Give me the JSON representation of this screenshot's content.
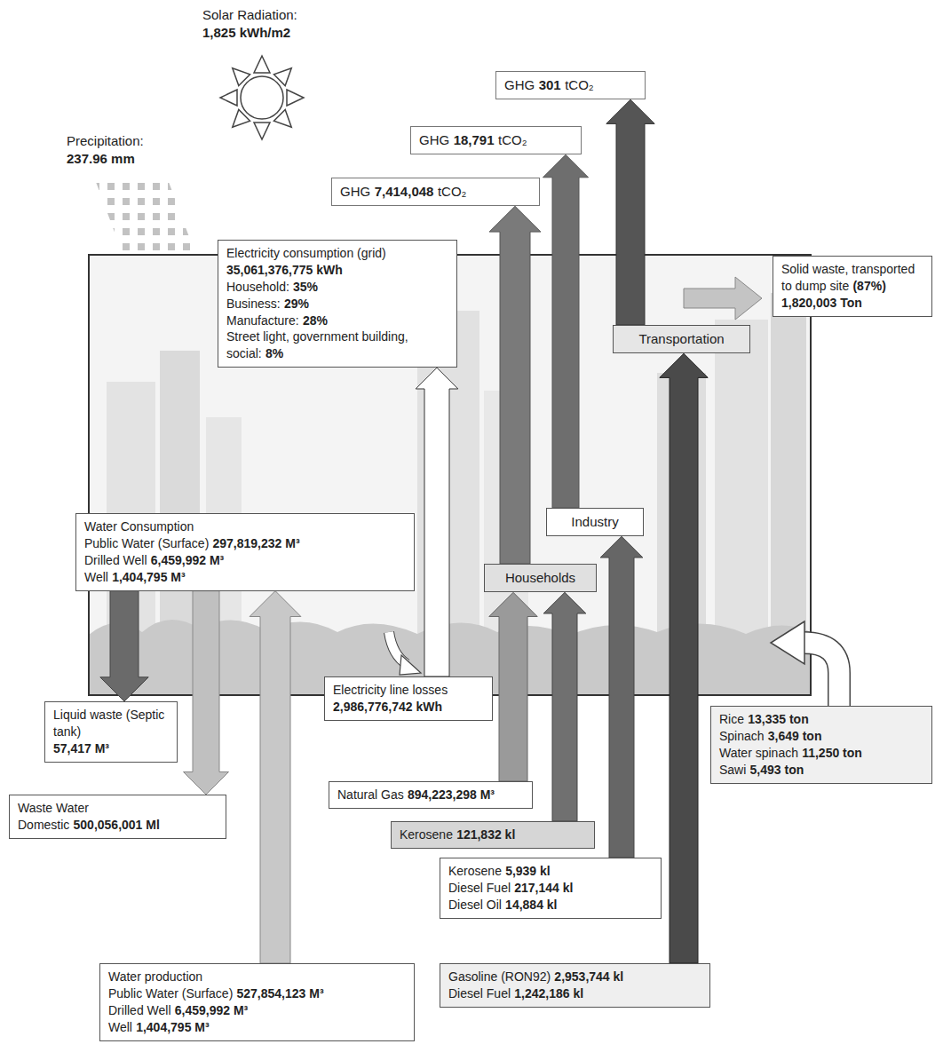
{
  "diagram": {
    "nodes": [
      {
        "text": [
          "GHG",
          "301",
          "tCO₂"
        ]
      },
      {
        "text": [
          "GHG",
          "18,791",
          "tCO₂"
        ]
      },
      {
        "text": [
          "GHG",
          "7,414,048",
          "tCO₂"
        ]
      },
      {
        "text": [
          "Electricity consumption (grid)",
          "35,061,376,775 kWh",
          "Household:",
          "35%",
          "Business:",
          "29%",
          "Manufacture:",
          "28%",
          "Street light, government building, social:",
          "8%"
        ]
      },
      {
        "text": [
          "Solid waste, transported to dump site",
          "(87%)",
          "1,820,003 Ton"
        ]
      },
      {
        "text": [
          "Transportation"
        ]
      },
      {
        "text": [
          "Industry"
        ]
      },
      {
        "text": [
          "Households"
        ]
      },
      {
        "text": [
          "Water Consumption",
          "Public Water (Surface)",
          "297,819,232 M³",
          "Drilled Well",
          "6,459,992 M³",
          "Well",
          "1,404,795 M³"
        ]
      },
      {
        "text": [
          "Electricity line losses",
          "2,986,776,742 kWh"
        ]
      },
      {
        "text": [
          "Liquid waste (Septic tank)",
          "57,417 M³"
        ]
      },
      {
        "text": [
          "Natural Gas",
          "894,223,298 M³"
        ]
      },
      {
        "text": [
          "Rice",
          "13,335 ton",
          "Spinach",
          "3,649 ton",
          "Water spinach",
          "11,250 ton",
          "Sawi",
          "5,493 ton"
        ]
      },
      {
        "text": [
          "Kerosene",
          "121,832 kl"
        ]
      },
      {
        "text": [
          "Waste Water",
          "Domestic",
          "500,056,001 Ml"
        ]
      },
      {
        "text": [
          "Kerosene",
          "5,939 kl",
          "Diesel Fuel",
          "217,144 kl",
          "Diesel Oil",
          "14,884 kl"
        ]
      },
      {
        "text": [
          "Water production",
          "Public Water (Surface)",
          "527,854,123 M³",
          "Drilled Well",
          "6,459,992 M³",
          "Well",
          "1,404,795 M³"
        ]
      },
      {
        "text": [
          "Gasoline (RON92)",
          "2,953,744 kl",
          "Diesel Fuel",
          "1,242,186 kl"
        ]
      }
    ],
    "edges": [
      {
        "from": 7,
        "to": 2,
        "arrow": "to"
      },
      {
        "from": 6,
        "to": 1,
        "arrow": "to"
      },
      {
        "from": 5,
        "to": 0,
        "arrow": "to"
      },
      {
        "from": 11,
        "to": 7,
        "arrow": "to"
      },
      {
        "from": 13,
        "to": 7,
        "arrow": "to"
      },
      {
        "from": 15,
        "to": 6,
        "arrow": "to"
      },
      {
        "from": 17,
        "to": 5,
        "arrow": "to"
      },
      {
        "from": 9,
        "to": 3,
        "arrow": "to"
      },
      {
        "from": 16,
        "to": 8,
        "arrow": "to"
      },
      {
        "from": 8,
        "to": 14,
        "arrow": "to"
      },
      {
        "from": 8,
        "to": 10,
        "arrow": "to"
      }
    ],
    "labels": [
      "Solar Radiation:",
      "1,825 kWh/m2",
      "Precipitation:",
      "237.96 mm"
    ]
  }
}
